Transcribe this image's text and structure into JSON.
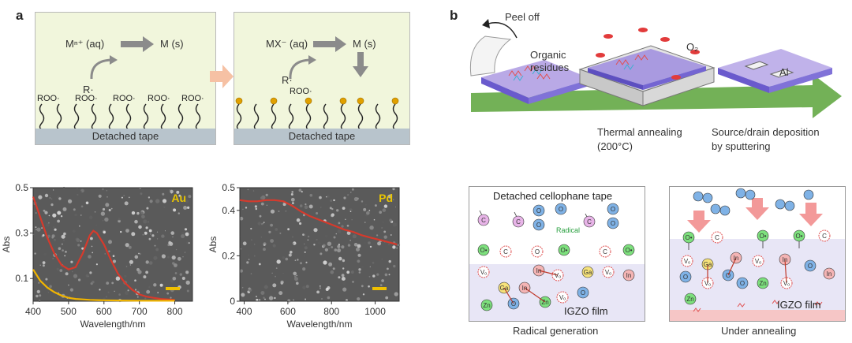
{
  "panel_a": {
    "label": "a",
    "left": {
      "reaction_left": "Mⁿ⁺ (aq)",
      "reaction_right": "M (s)",
      "radical": "R·",
      "roo": [
        "ROO·",
        "ROO·",
        "ROO·",
        "ROO·",
        "ROO·"
      ],
      "tape": "Detached tape"
    },
    "right": {
      "reaction_left": "MX⁻ (aq)",
      "reaction_right": "M (s)",
      "radical": "R·",
      "roo": "ROO·",
      "tape": "Detached tape"
    }
  },
  "panel_b": {
    "label": "b",
    "peel_off": "Peel off",
    "organic_residues": "Organic\nresidues",
    "o2": "O₂",
    "al": "Al",
    "thermal_annealing": "Thermal annealing",
    "temperature": "(200°C)",
    "sd_line1": "Source/drain deposition",
    "sd_line2": "by sputtering",
    "radical_box": {
      "title": "Detached cellophane tape",
      "radical": "Radical",
      "film": "IGZO film",
      "caption": "Radical generation"
    },
    "anneal_box": {
      "film": "IGZO film",
      "caption": "Under annealing"
    },
    "atoms": {
      "c": "C",
      "o": "O",
      "ostar": "O•",
      "vo": "Vₒ",
      "ga": "Ga",
      "in": "In",
      "zn": "Zn"
    }
  },
  "chart_data": [
    {
      "type": "line",
      "inset_label": "Au",
      "xlabel": "Wavelength/nm",
      "ylabel": "Abs",
      "xlim": [
        400,
        850
      ],
      "ylim": [
        0,
        0.5
      ],
      "xticks": [
        "400",
        "500",
        "600",
        "700",
        "800"
      ],
      "yticks": [
        "0.1",
        "0.3",
        "0.5"
      ],
      "series": [
        {
          "color": "#d63a2c",
          "x": [
            400,
            420,
            440,
            460,
            480,
            500,
            520,
            540,
            560,
            570,
            580,
            600,
            620,
            640,
            660,
            680,
            700,
            720,
            740,
            760,
            780,
            800
          ],
          "y": [
            0.46,
            0.37,
            0.28,
            0.21,
            0.16,
            0.14,
            0.15,
            0.21,
            0.29,
            0.31,
            0.3,
            0.25,
            0.18,
            0.12,
            0.08,
            0.05,
            0.03,
            0.02,
            0.015,
            0.01,
            0.008,
            0.006
          ]
        },
        {
          "color": "#f0b400",
          "x": [
            400,
            420,
            440,
            460,
            480,
            500,
            520,
            540,
            560,
            580,
            600,
            650,
            700,
            750,
            800
          ],
          "y": [
            0.14,
            0.09,
            0.06,
            0.04,
            0.025,
            0.015,
            0.01,
            0.008,
            0.006,
            0.005,
            0.004,
            0.003,
            0.002,
            0.002,
            0.002
          ]
        }
      ]
    },
    {
      "type": "line",
      "inset_label": "Pd",
      "xlabel": "Wavelength/nm",
      "ylabel": "Abs",
      "xlim": [
        380,
        1110
      ],
      "ylim": [
        0,
        0.5
      ],
      "xticks": [
        "400",
        "600",
        "800",
        "1000"
      ],
      "yticks": [
        "0",
        "0.2",
        "0.4"
      ],
      "yticks_extra": [
        "0.5"
      ],
      "series": [
        {
          "color": "#d63a2c",
          "x": [
            380,
            420,
            460,
            500,
            540,
            580,
            620,
            660,
            700,
            740,
            780,
            820,
            860,
            900,
            940,
            980,
            1020,
            1060,
            1100
          ],
          "y": [
            0.445,
            0.44,
            0.44,
            0.445,
            0.445,
            0.44,
            0.42,
            0.395,
            0.375,
            0.36,
            0.345,
            0.33,
            0.315,
            0.305,
            0.29,
            0.28,
            0.27,
            0.26,
            0.25
          ]
        }
      ]
    }
  ]
}
